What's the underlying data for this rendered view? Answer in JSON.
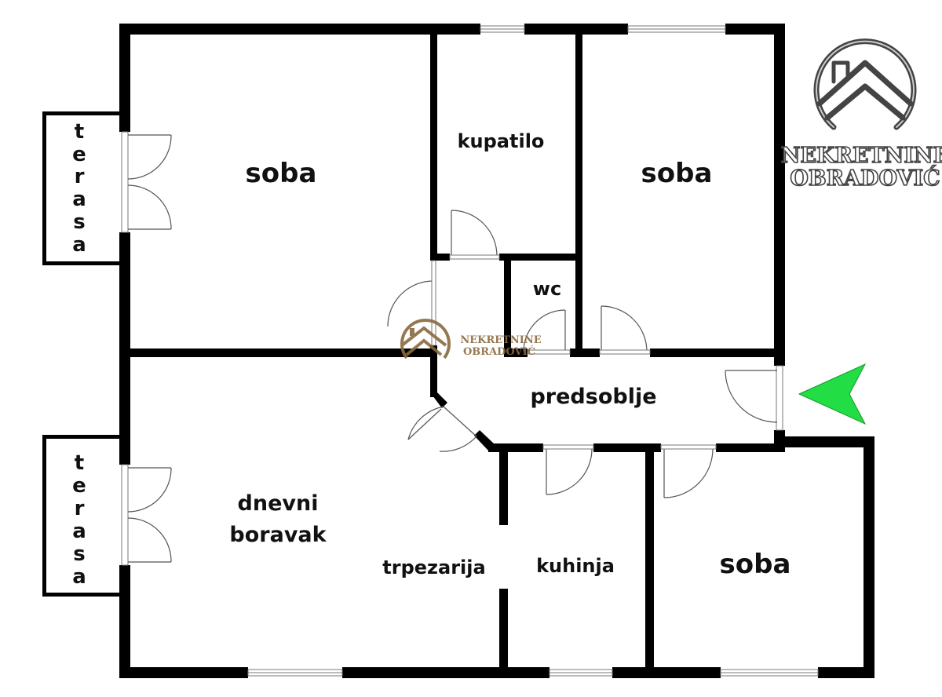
{
  "rooms": {
    "soba_top_left": "soba",
    "kupatilo": "kupatilo",
    "soba_top_right": "soba",
    "wc": "wc",
    "predsoblje": "predsoblje",
    "dnevni_line1": "dnevni",
    "dnevni_line2": "boravak",
    "trpezarija": "trpezarija",
    "kuhinja": "kuhinja",
    "soba_bottom_right": "soba",
    "terasa_top": [
      "t",
      "e",
      "r",
      "a",
      "s",
      "a"
    ],
    "terasa_bottom": [
      "t",
      "e",
      "r",
      "a",
      "s",
      "a"
    ]
  },
  "logo": {
    "line1": "NEKRETNINE",
    "line2": "OBRADOVIĆ"
  },
  "watermark": {
    "line1": "NEKRETNINE",
    "line2": "OBRADOVIĆ"
  },
  "colors": {
    "wall": "#000000",
    "entrance_arrow": "#22dd44",
    "watermark": "#8a6a3f",
    "logo": "#444444"
  },
  "icons": {
    "entrance": "entrance-arrow-icon",
    "logo": "house-logo-icon"
  }
}
